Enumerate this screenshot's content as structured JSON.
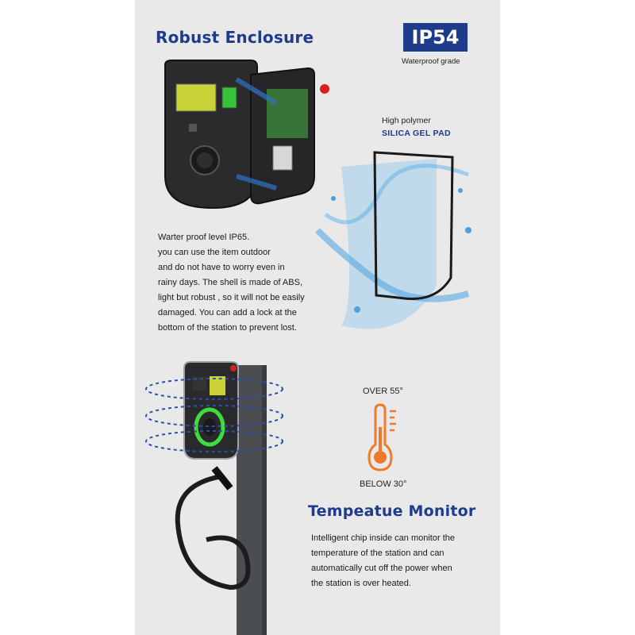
{
  "enclosure": {
    "title": "Robust Enclosure",
    "ip_badge": "IP54",
    "ip_caption": "Waterproof grade",
    "pad_line1": "High polymer",
    "pad_line2": "SILICA GEL PAD",
    "description": [
      "Warter proof level IP65.",
      "you can use the item outdoor",
      "and do not have to worry even in",
      "rainy days. The shell is made of  ABS,",
      "light but robust , so it will not be easily",
      "damaged. You can add a lock at the",
      "bottom of the station to prevent lost."
    ]
  },
  "monitor": {
    "over_label": "OVER 55°",
    "below_label": "BELOW 30°",
    "title": "Tempeatue Monitor",
    "description": [
      "Intelligent chip inside can monitor the",
      "temperature of the station and can",
      "automatically cut off the power when",
      "the station is over heated."
    ]
  },
  "colors": {
    "brand_blue": "#1f3b8c",
    "thermometer_orange": "#f07a2a",
    "ring_green": "#3fdc3f",
    "screen_yellow": "#c9d236"
  },
  "icons": [
    "thermometer-icon",
    "rotation-arrow-icon",
    "water-splash-illustration"
  ]
}
